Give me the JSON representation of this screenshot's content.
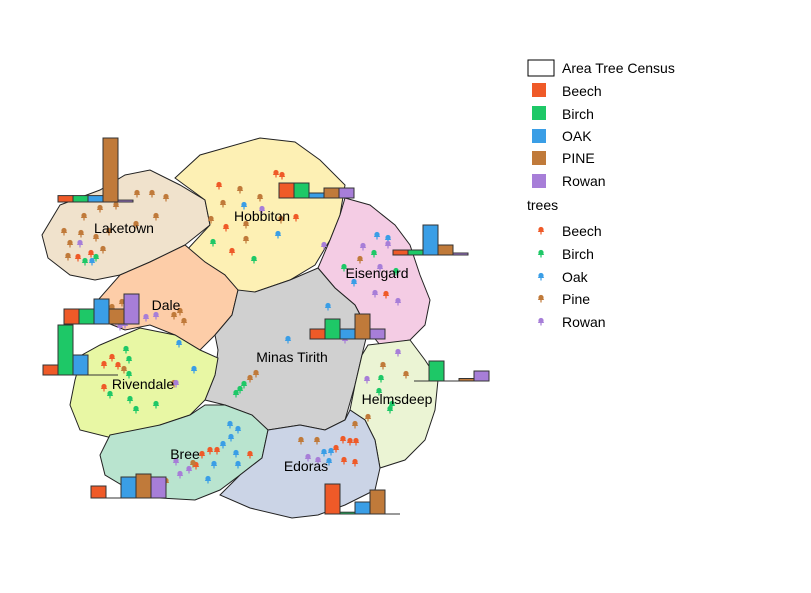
{
  "legend": {
    "census_title": "Area Tree Census",
    "census_items": [
      {
        "label": "Beech",
        "color": "#ef5a28"
      },
      {
        "label": "Birch",
        "color": "#1ec867"
      },
      {
        "label": "OAK",
        "color": "#3a9ee6"
      },
      {
        "label": "PINE",
        "color": "#c07a3a"
      },
      {
        "label": "Rowan",
        "color": "#a77ed8"
      }
    ],
    "trees_title": "trees",
    "trees_items": [
      {
        "label": "Beech",
        "color": "#ef5a28"
      },
      {
        "label": "Birch",
        "color": "#1ec867"
      },
      {
        "label": "Oak",
        "color": "#3a9ee6"
      },
      {
        "label": "Pine",
        "color": "#c07a3a"
      },
      {
        "label": "Rowan",
        "color": "#a77ed8"
      }
    ]
  },
  "regions": [
    {
      "name": "Laketown",
      "fill": "#f0e2cc",
      "census": [
        1,
        1,
        1,
        10,
        0.3
      ]
    },
    {
      "name": "Hobbiton",
      "fill": "#fdf0b4",
      "census": [
        3,
        3,
        1,
        2,
        2
      ]
    },
    {
      "name": "Eisengard",
      "fill": "#f4cce4",
      "census": [
        1,
        1,
        6,
        2,
        0.4
      ]
    },
    {
      "name": "Dale",
      "fill": "#fdcda8",
      "census": [
        3,
        3,
        5,
        3,
        6
      ]
    },
    {
      "name": "Minas Tirith",
      "fill": "#d0d0d0",
      "census": [
        2,
        4,
        2,
        5,
        2
      ]
    },
    {
      "name": "Rivendale",
      "fill": "#e8f7a4",
      "census": [
        2,
        10,
        4,
        0,
        0
      ]
    },
    {
      "name": "Helmsdeep",
      "fill": "#ebf4d4",
      "census": [
        0,
        4,
        0,
        0.5,
        2
      ]
    },
    {
      "name": "Bree",
      "fill": "#b9e4cf",
      "census": [
        2,
        0,
        3.5,
        4,
        3.5
      ]
    },
    {
      "name": "Edoras",
      "fill": "#cbd4e6",
      "census": [
        5,
        0.3,
        2,
        4,
        0
      ]
    }
  ]
}
